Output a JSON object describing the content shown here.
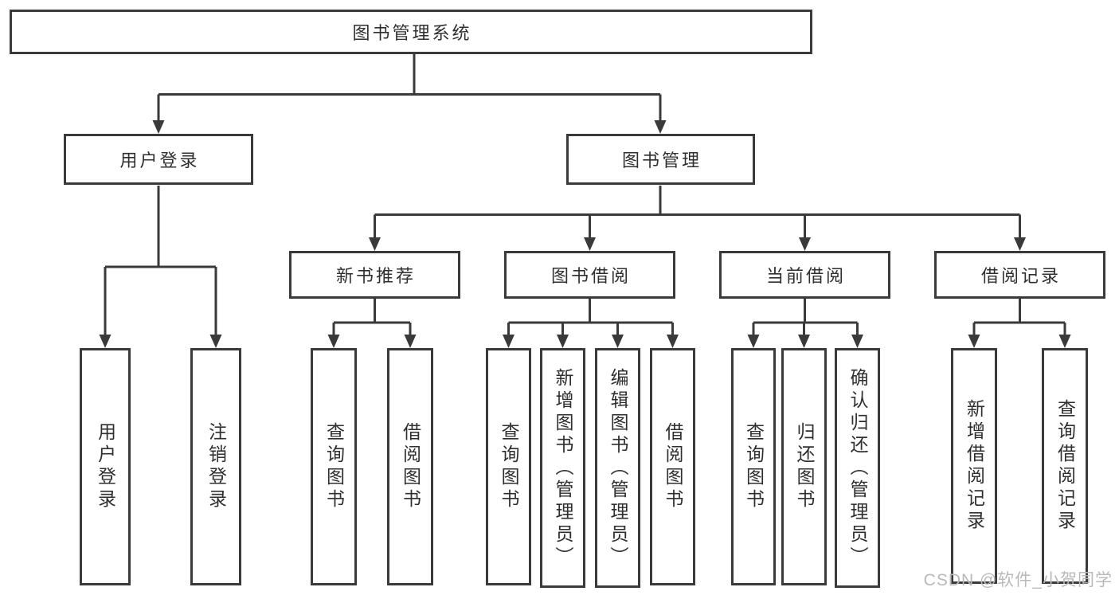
{
  "diagram": {
    "type": "tree",
    "title": "图书管理系统"
  },
  "tree": {
    "root": {
      "label": "图书管理系统",
      "children": [
        {
          "label": "用户登录",
          "children": [
            {
              "label": "用户登录"
            },
            {
              "label": "注销登录"
            }
          ]
        },
        {
          "label": "图书管理",
          "children": [
            {
              "label": "新书推荐",
              "children": [
                {
                  "label": "查询图书"
                },
                {
                  "label": "借阅图书"
                }
              ]
            },
            {
              "label": "图书借阅",
              "children": [
                {
                  "label": "查询图书"
                },
                {
                  "label": "新增图书（管理员）"
                },
                {
                  "label": "编辑图书（管理员）"
                },
                {
                  "label": "借阅图书"
                }
              ]
            },
            {
              "label": "当前借阅",
              "children": [
                {
                  "label": "查询图书"
                },
                {
                  "label": "归还图书"
                },
                {
                  "label": "确认归还（管理员）"
                }
              ]
            },
            {
              "label": "借阅记录",
              "children": [
                {
                  "label": "新增借阅记录"
                },
                {
                  "label": "查询借阅记录"
                }
              ]
            }
          ]
        }
      ]
    }
  },
  "watermark": {
    "text": "CSDN @软件_小贺同学"
  },
  "colors": {
    "line": "#3a3a3a",
    "text": "#2f2f2f",
    "box_fill": "#ffffff",
    "watermark": "#b9b9b9",
    "background": "#ffffff"
  }
}
